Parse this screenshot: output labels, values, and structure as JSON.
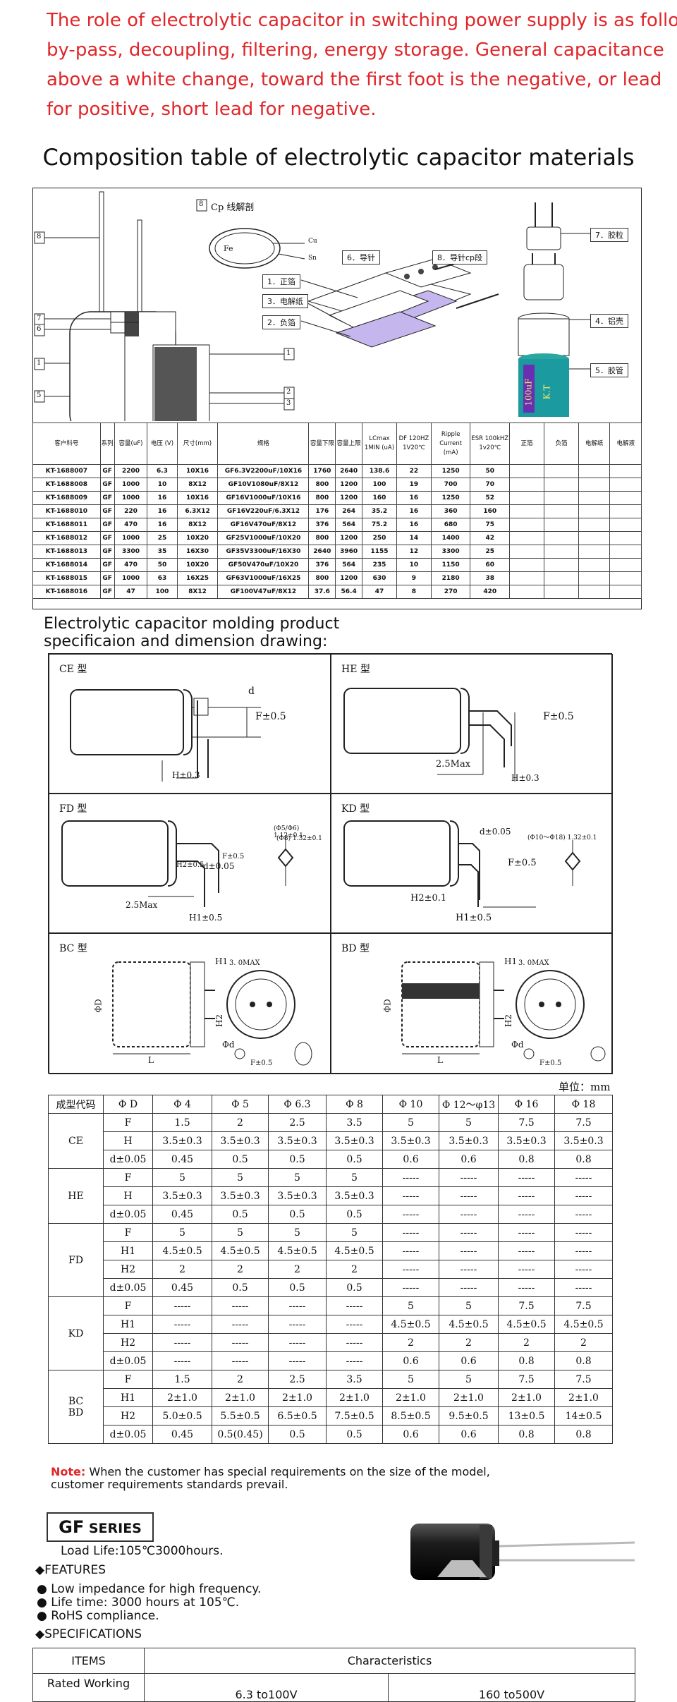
{
  "intro_lines": [
    "The role of electrolytic capacitor in switching power supply is as follows:",
    "by-pass, decoupling, filtering, energy storage. General capacitance",
    "above a white change, toward the first foot is the negative, or lead",
    "for positive, short lead for negative."
  ],
  "composition_title": "Composition table of electrolytic capacitor materials",
  "diagram": {
    "cp_label": "Cp 线解剖",
    "cp_num": "8",
    "fe": "Fe",
    "cu": "Cu",
    "sn": "Sn",
    "left_nums": [
      "8",
      "7",
      "6",
      "1",
      "5"
    ],
    "right_nums": [
      "1",
      "2",
      "3"
    ],
    "labels": {
      "needle": "6．导针",
      "cp_needle": "8．导针cp段",
      "pos_foil": "1．正箔",
      "paper": "3．电解纸",
      "neg_foil": "2．负箔",
      "rubber": "7．胶粒",
      "shell": "4．铝壳",
      "sleeve": "5．胶管"
    },
    "sleeve_text": "100uF",
    "sleeve_text2": "K.T"
  },
  "materials": {
    "headers": [
      "客户料号",
      "系列",
      "容量(uF)",
      "电压 (V)",
      "尺寸(mm)",
      "规格",
      "容量下限",
      "容量上限",
      "LCmax 1MIN (uA)",
      "DF 120HZ 1V20℃",
      "Ripple Current (mA)",
      "ESR 100kHZ 1v20℃",
      "正箔",
      "负箔",
      "电解纸",
      "电解液"
    ],
    "rows": [
      [
        "KT-1688007",
        "GF",
        "2200",
        "6.3",
        "10X16",
        "GF6.3V2200uF/10X16",
        "1760",
        "2640",
        "138.6",
        "22",
        "1250",
        "50",
        "",
        "",
        "",
        ""
      ],
      [
        "KT-1688008",
        "GF",
        "1000",
        "10",
        "8X12",
        "GF10V1080uF/8X12",
        "800",
        "1200",
        "100",
        "19",
        "700",
        "70",
        "",
        "",
        "",
        ""
      ],
      [
        "KT-1688009",
        "GF",
        "1000",
        "16",
        "10X16",
        "GF16V1000uF/10X16",
        "800",
        "1200",
        "160",
        "16",
        "1250",
        "52",
        "",
        "",
        "",
        ""
      ],
      [
        "KT-1688010",
        "GF",
        "220",
        "16",
        "6.3X12",
        "GF16V220uF/6.3X12",
        "176",
        "264",
        "35.2",
        "16",
        "360",
        "160",
        "",
        "",
        "",
        ""
      ],
      [
        "KT-1688011",
        "GF",
        "470",
        "16",
        "8X12",
        "GF16V470uF/8X12",
        "376",
        "564",
        "75.2",
        "16",
        "680",
        "75",
        "",
        "",
        "",
        ""
      ],
      [
        "KT-1688012",
        "GF",
        "1000",
        "25",
        "10X20",
        "GF25V1000uF/10X20",
        "800",
        "1200",
        "250",
        "14",
        "1400",
        "42",
        "",
        "",
        "",
        ""
      ],
      [
        "KT-1688013",
        "GF",
        "3300",
        "35",
        "16X30",
        "GF35V3300uF/16X30",
        "2640",
        "3960",
        "1155",
        "12",
        "3300",
        "25",
        "",
        "",
        "",
        ""
      ],
      [
        "KT-1688014",
        "GF",
        "470",
        "50",
        "10X20",
        "GF50V470uF/10X20",
        "376",
        "564",
        "235",
        "10",
        "1150",
        "60",
        "",
        "",
        "",
        ""
      ],
      [
        "KT-1688015",
        "GF",
        "1000",
        "63",
        "16X25",
        "GF63V1000uF/16X25",
        "800",
        "1200",
        "630",
        "9",
        "2180",
        "38",
        "",
        "",
        "",
        ""
      ],
      [
        "KT-1688016",
        "GF",
        "47",
        "100",
        "8X12",
        "GF100V47uF/8X12",
        "37.6",
        "56.4",
        "47",
        "8",
        "270",
        "420",
        "",
        "",
        "",
        ""
      ]
    ]
  },
  "molding_title": [
    "Electrolytic capacitor molding product",
    "specificaion and dimension drawing:"
  ],
  "drawings": {
    "ce": {
      "cap": "CE 型",
      "d": "d",
      "f": "F±0.5",
      "h": "H±0.3"
    },
    "he": {
      "cap": "HE 型",
      "f": "F±0.5",
      "max": "2.5Max",
      "h": "H±0.3"
    },
    "fd": {
      "cap": "FD 型",
      "h2": "H2±0.5",
      "d": "d±0.05",
      "f": "F±0.5",
      "max": "2.5Max",
      "h1": "H1±0.5",
      "n1": "(Φ5/Φ6) 1.12±0.1",
      "n2": "(Φ8) 1.32±0.1"
    },
    "kd": {
      "cap": "KD 型",
      "d": "d±0.05",
      "f": "F±0.5",
      "h2": "H2±0.1",
      "h1": "H1±0.5",
      "n1": "(Φ10～Φ18) 1.32±0.1"
    },
    "bc": {
      "cap": "BC 型",
      "h1": "H1",
      "max": "3. 0MAX",
      "phid": "ΦD",
      "l": "L",
      "h2": "H2",
      "d": "Φd",
      "f": "F±0.5"
    },
    "bd": {
      "cap": "BD 型",
      "h1": "H1",
      "max": "3. 0MAX",
      "phid": "ΦD",
      "l": "L",
      "h2": "H2",
      "d": "Φd",
      "f": "F±0.5"
    }
  },
  "unit": "单位：mm",
  "dimensions": {
    "header": [
      "成型代码",
      "Φ D",
      "Φ 4",
      "Φ 5",
      "Φ 6.3",
      "Φ 8",
      "Φ 10",
      "Φ 12～φ13",
      "Φ 16",
      "Φ 18"
    ],
    "groups": [
      {
        "name": "CE",
        "rows": [
          [
            "F",
            "1.5",
            "2",
            "2.5",
            "3.5",
            "5",
            "5",
            "7.5",
            "7.5"
          ],
          [
            "H",
            "3.5±0.3",
            "3.5±0.3",
            "3.5±0.3",
            "3.5±0.3",
            "3.5±0.3",
            "3.5±0.3",
            "3.5±0.3",
            "3.5±0.3"
          ],
          [
            "d±0.05",
            "0.45",
            "0.5",
            "0.5",
            "0.5",
            "0.6",
            "0.6",
            "0.8",
            "0.8"
          ]
        ]
      },
      {
        "name": "HE",
        "rows": [
          [
            "F",
            "5",
            "5",
            "5",
            "5",
            "-----",
            "-----",
            "-----",
            "-----"
          ],
          [
            "H",
            "3.5±0.3",
            "3.5±0.3",
            "3.5±0.3",
            "3.5±0.3",
            "-----",
            "-----",
            "-----",
            "-----"
          ],
          [
            "d±0.05",
            "0.45",
            "0.5",
            "0.5",
            "0.5",
            "-----",
            "-----",
            "-----",
            "-----"
          ]
        ]
      },
      {
        "name": "FD",
        "rows": [
          [
            "F",
            "5",
            "5",
            "5",
            "5",
            "-----",
            "-----",
            "-----",
            "-----"
          ],
          [
            "H1",
            "4.5±0.5",
            "4.5±0.5",
            "4.5±0.5",
            "4.5±0.5",
            "-----",
            "-----",
            "-----",
            "-----"
          ],
          [
            "H2",
            "2",
            "2",
            "2",
            "2",
            "-----",
            "-----",
            "-----",
            "-----"
          ],
          [
            "d±0.05",
            "0.45",
            "0.5",
            "0.5",
            "0.5",
            "-----",
            "-----",
            "-----",
            "-----"
          ]
        ]
      },
      {
        "name": "KD",
        "rows": [
          [
            "F",
            "-----",
            "-----",
            "-----",
            "-----",
            "5",
            "5",
            "7.5",
            "7.5"
          ],
          [
            "H1",
            "-----",
            "-----",
            "-----",
            "-----",
            "4.5±0.5",
            "4.5±0.5",
            "4.5±0.5",
            "4.5±0.5"
          ],
          [
            "H2",
            "-----",
            "-----",
            "-----",
            "-----",
            "2",
            "2",
            "2",
            "2"
          ],
          [
            "d±0.05",
            "-----",
            "-----",
            "-----",
            "-----",
            "0.6",
            "0.6",
            "0.8",
            "0.8"
          ]
        ]
      },
      {
        "name": "BC\nBD",
        "rows": [
          [
            "F",
            "1.5",
            "2",
            "2.5",
            "3.5",
            "5",
            "5",
            "7.5",
            "7.5"
          ],
          [
            "H1",
            "2±1.0",
            "2±1.0",
            "2±1.0",
            "2±1.0",
            "2±1.0",
            "2±1.0",
            "2±1.0",
            "2±1.0"
          ],
          [
            "H2",
            "5.0±0.5",
            "5.5±0.5",
            "6.5±0.5",
            "7.5±0.5",
            "8.5±0.5",
            "9.5±0.5",
            "13±0.5",
            "14±0.5"
          ],
          [
            "d±0.05",
            "0.45",
            "0.5(0.45)",
            "0.5",
            "0.5",
            "0.6",
            "0.6",
            "0.8",
            "0.8"
          ]
        ]
      }
    ]
  },
  "note": {
    "label": "Note:",
    "line1": " When the customer has special requirements on the size of the model,",
    "line2": "customer requirements standards prevail."
  },
  "series": {
    "name": "GF",
    "suffix": " SERIES",
    "load_life": "Load Life:105℃3000hours."
  },
  "features_title": "◆FEATURES",
  "features": [
    "Low impedance for high frequency.",
    "Life time: 3000 hours at 105℃.",
    "RoHS compliance."
  ],
  "specs_title": "◆SPECIFICATIONS",
  "specs": {
    "col1": "ITEMS",
    "col2": "Characteristics",
    "row_label": "Rated Working",
    "v1": "6.3 to100V",
    "v2": "160 to500V"
  }
}
